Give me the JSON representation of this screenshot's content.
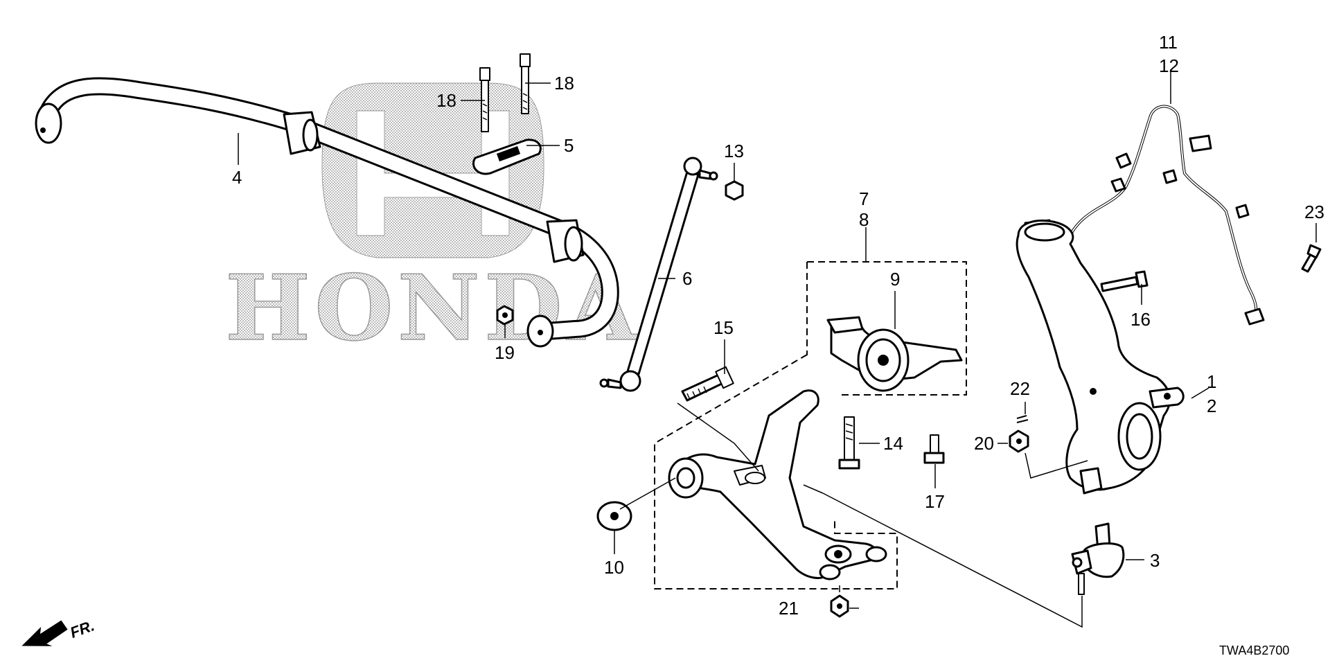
{
  "diagram_code": "TWA4B2700",
  "direction_label": "FR.",
  "watermark": {
    "brand_text": "HONDA",
    "logo_icon": "honda-h-logo-icon"
  },
  "callouts": {
    "c1": "1",
    "c2": "2",
    "c3": "3",
    "c4": "4",
    "c5": "5",
    "c6": "6",
    "c7": "7",
    "c8": "8",
    "c9": "9",
    "c10": "10",
    "c11": "11",
    "c12": "12",
    "c13": "13",
    "c14": "14",
    "c15": "15",
    "c16": "16",
    "c17": "17",
    "c18a": "18",
    "c18b": "18",
    "c19": "19",
    "c20": "20",
    "c21": "21",
    "c22": "22",
    "c23": "23"
  },
  "icons": {
    "front_arrow": "front-direction-arrow-icon"
  }
}
